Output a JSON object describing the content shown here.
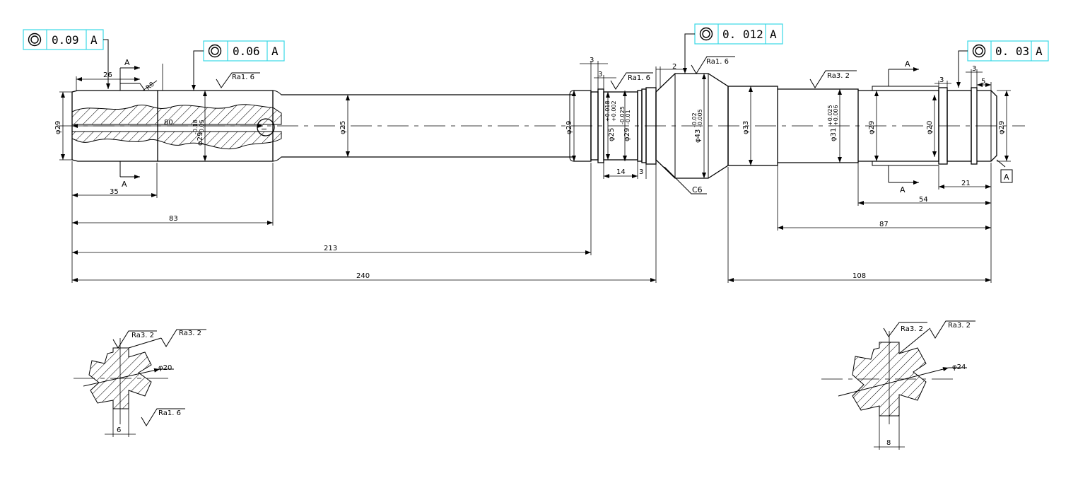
{
  "tolerance_frames": [
    {
      "id": "f1",
      "symbol": "concentricity-icon",
      "value": "0.09",
      "datum": "A"
    },
    {
      "id": "f2",
      "symbol": "concentricity-icon",
      "value": "0.06",
      "datum": "A"
    },
    {
      "id": "f3",
      "symbol": "concentricity-icon",
      "value": "0. 012",
      "datum": "A"
    },
    {
      "id": "f4",
      "symbol": "concentricity-icon",
      "value": "0. 03",
      "datum": "A"
    }
  ],
  "datum_label": "A",
  "section_labels": [
    "A",
    "A",
    "A",
    "A"
  ],
  "roughness": [
    "Ra1. 6",
    "Ra1. 6",
    "Ra1. 6",
    "Ra3. 2",
    "Ra3. 2",
    "Ra3. 2",
    "Ra1. 6",
    "Ra3. 2",
    "Ra3. 2"
  ],
  "diameters": {
    "d29_left": "φ29",
    "d29_spline": "φ29",
    "d29_spline_tol_up": "-0.18",
    "d29_spline_tol_lo": "-0.05",
    "d25_shaft": "φ25",
    "d29_mid": "φ29",
    "d25_bearing": "φ25",
    "d25_tol_up": "+0.018",
    "d25_tol_lo": "+0.002",
    "d29_tol": "φ29",
    "d29_tol_up": "-0.025",
    "d29_tol_lo": "-0.01",
    "d43": "φ43",
    "d43_tol_up": "-0.02",
    "d43_tol_lo": "-0.005",
    "d33": "φ33",
    "d31": "φ31",
    "d31_tol_up": "+0.025",
    "d31_tol_lo": "+0.006",
    "d29_right": "φ29",
    "d20_right": "φ20",
    "d29_end": "φ29",
    "sec_left_d": "φ20",
    "sec_right_d": "φ24"
  },
  "lengths": {
    "l26": "26",
    "l80": "80",
    "l35": "35",
    "l83": "83",
    "l213": "213",
    "l240": "240",
    "l3a": "3",
    "l3b": "3",
    "l2": "2",
    "l14": "14",
    "l3c": "3",
    "l108": "108",
    "l87": "87",
    "l54": "54",
    "l21": "21",
    "l3d": "3",
    "l3e": "3",
    "l5": "5",
    "l6": "6",
    "l8": "8",
    "r": "R0",
    "c6": "C6",
    "hole": "I"
  }
}
